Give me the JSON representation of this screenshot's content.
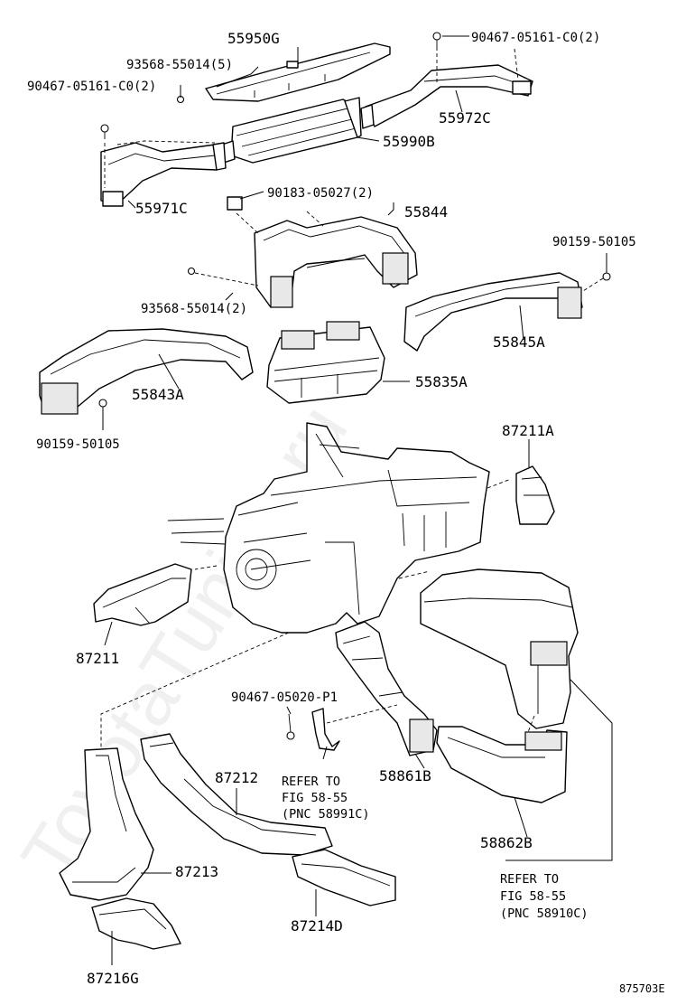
{
  "labels": {
    "p55950g": "55950G",
    "p93568_top": "93568-55014(5)",
    "p90467_left": "90467-05161-C0(2)",
    "p90467_right": "90467-05161-C0(2)",
    "p55972c": "55972C",
    "p55990b": "55990B",
    "p55971c": "55971C",
    "p90183": "90183-05027(2)",
    "p55844": "55844",
    "p90159_right": "90159-50105",
    "p93568_mid": "93568-55014(2)",
    "p55845a": "55845A",
    "p55843a": "55843A",
    "p55835a": "55835A",
    "p90159_left": "90159-50105",
    "p87211a": "87211A",
    "p87211": "87211",
    "p90467_05020": "90467-05020-P1",
    "p58861b": "58861B",
    "p87212": "87212",
    "p58862b": "58862B",
    "p87213": "87213",
    "p87214d": "87214D",
    "p87216g": "87216G"
  },
  "references": {
    "ref_58991c": {
      "line1": "REFER TO",
      "line2": "FIG 58-55",
      "line3": "(PNC 58991C)"
    },
    "ref_58910c": {
      "line1": "REFER TO",
      "line2": "FIG 58-55",
      "line3": "(PNC 58910C)"
    }
  },
  "figure_code": "875703E",
  "watermark": "ToyotaTuning.ru"
}
